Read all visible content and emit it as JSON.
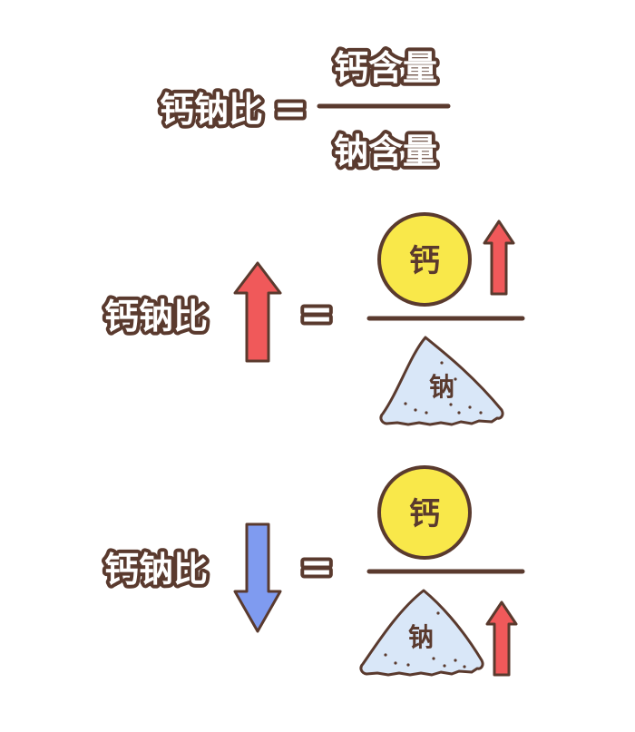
{
  "formula": {
    "lhs": "钙钠比",
    "equals": "=",
    "numerator": "钙含量",
    "denominator": "钠含量"
  },
  "cases": [
    {
      "lhs": "钙钠比",
      "lhs_direction": "up",
      "equals": "=",
      "calcium_label": "钙",
      "calcium_direction": "up",
      "sodium_label": "钠",
      "sodium_direction": "none"
    },
    {
      "lhs": "钙钠比",
      "lhs_direction": "down",
      "equals": "=",
      "calcium_label": "钙",
      "calcium_direction": "none",
      "sodium_label": "钠",
      "sodium_direction": "up"
    }
  ],
  "colors": {
    "outline": "#5a3a2e",
    "up_arrow": "#f0595a",
    "down_arrow": "#7f9bf0",
    "calcium_circle": "#f9e84a",
    "sodium_pile": "#d9e7f8"
  },
  "icons": [
    "up-arrow-icon",
    "down-arrow-icon",
    "calcium-circle-icon",
    "sodium-pile-icon"
  ]
}
